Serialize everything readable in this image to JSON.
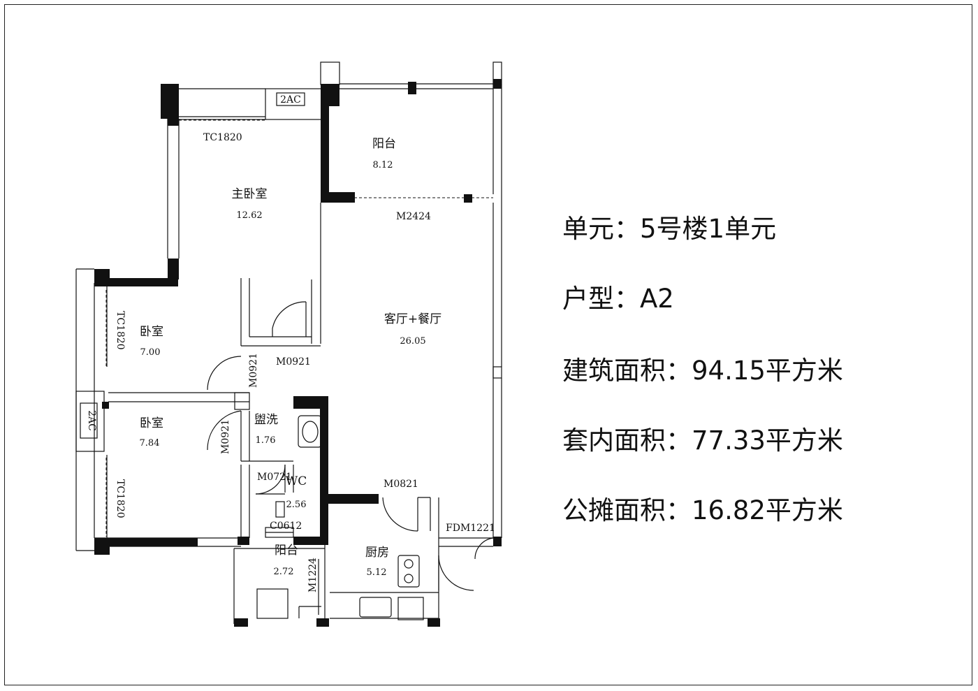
{
  "rooms": {
    "master": {
      "label": "主卧室",
      "area": "12.62"
    },
    "balcony_top": {
      "label": "阳台",
      "area": "8.12"
    },
    "living": {
      "label": "客厅+餐厅",
      "area": "26.05"
    },
    "bedroom1": {
      "label": "卧室",
      "area": "7.00"
    },
    "bedroom2": {
      "label": "卧室",
      "area": "7.84"
    },
    "wash": {
      "label": "盥洗",
      "area": "1.76"
    },
    "wc": {
      "label": "WC",
      "area": "2.56"
    },
    "kitchen": {
      "label": "厨房",
      "area": "5.12"
    },
    "balcony_bottom": {
      "label": "阳台",
      "area": "2.72"
    }
  },
  "codes": {
    "tc_top": "TC1820",
    "tc_left1": "TC1820",
    "tc_left2": "TC1820",
    "m2424": "M2424",
    "m0921_a": "M0921",
    "m0921_b": "M0921",
    "m0921_c": "M0921",
    "m0721": "M0721",
    "m0821": "M0821",
    "c0612": "C0612",
    "m1224": "M1224",
    "fdm1221": "FDM1221",
    "ac1": "2AC",
    "ac2": "2AC"
  },
  "info": {
    "unit": "单元：5号楼1单元",
    "type": "户型：A2",
    "build_area": "建筑面积：94.15平方米",
    "inner_area": "套内面积：77.33平方米",
    "shared_area": "公摊面积：16.82平方米"
  }
}
